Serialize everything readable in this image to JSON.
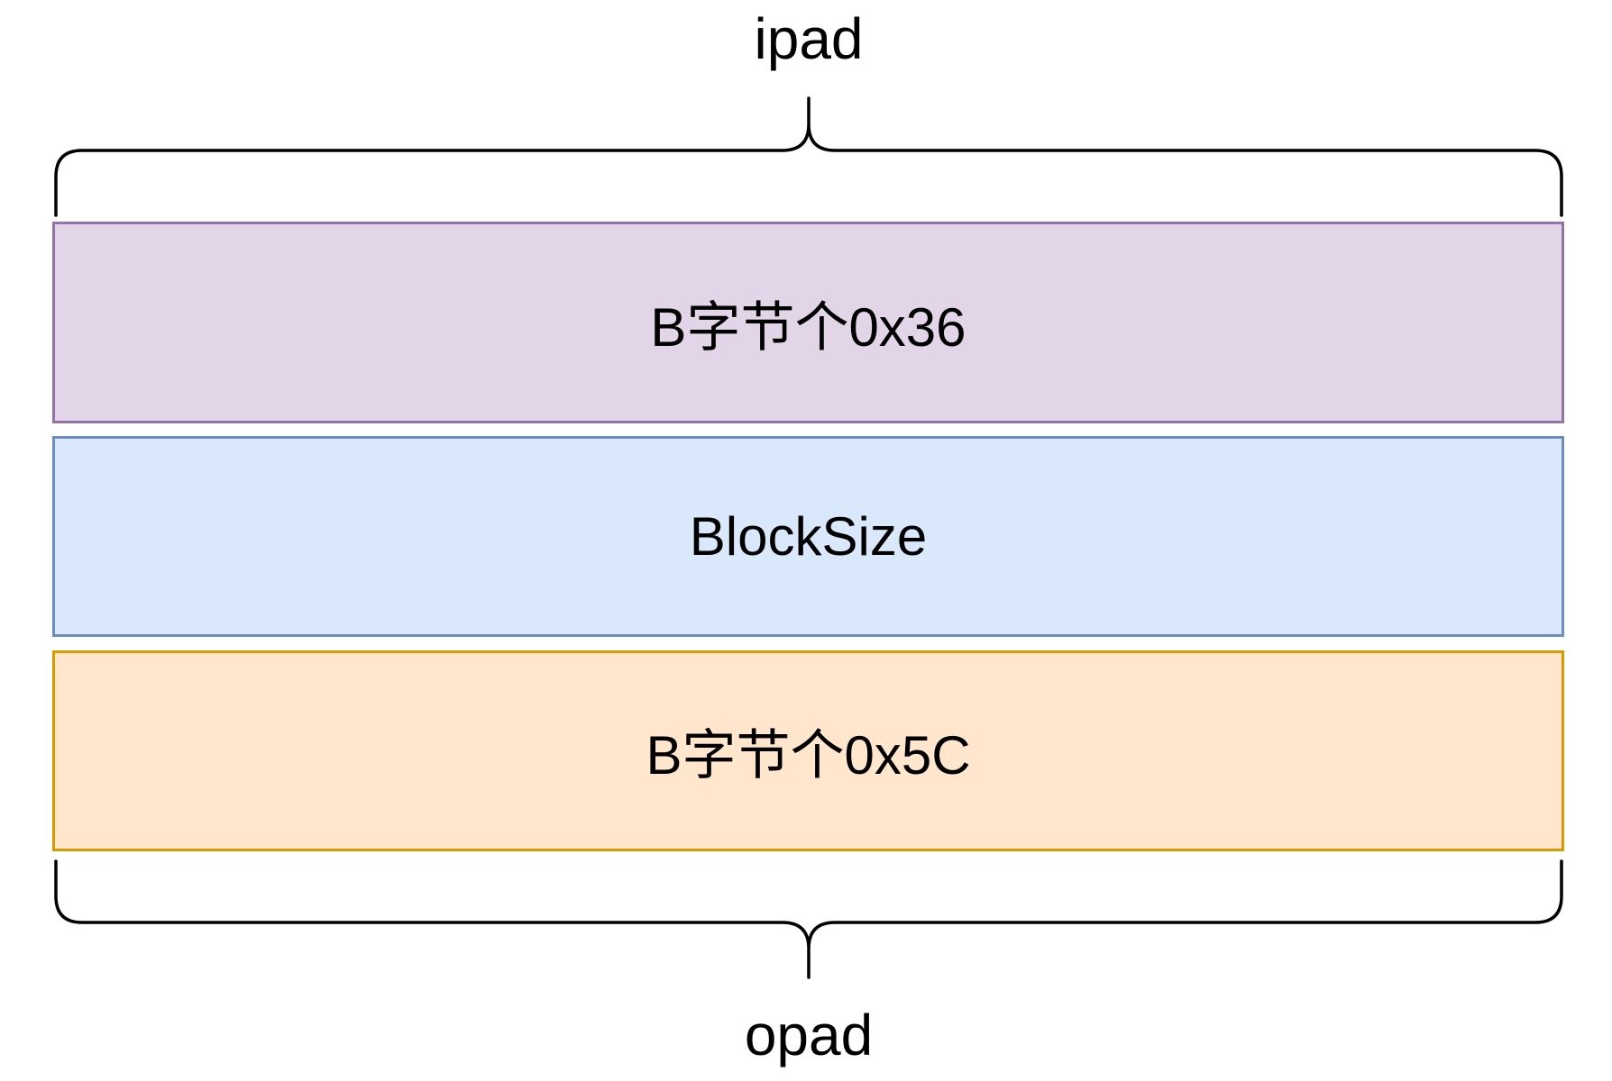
{
  "diagram": {
    "top_label": "ipad",
    "bottom_label": "opad",
    "blocks": [
      {
        "label": "B字节个0x36"
      },
      {
        "label": "BlockSize"
      },
      {
        "label": "B字节个0x5C"
      }
    ]
  },
  "colors": {
    "canvas-bg": "#ffffff",
    "text-color": "#000000",
    "brace-color": "#000000",
    "purple-fill": "#E1D5E7",
    "purple-stroke": "#9673A6",
    "blue-fill": "#DAE8FC",
    "blue-stroke": "#6C8EBF",
    "orange-fill": "#FFE6CC",
    "orange-stroke": "#D79B00"
  }
}
